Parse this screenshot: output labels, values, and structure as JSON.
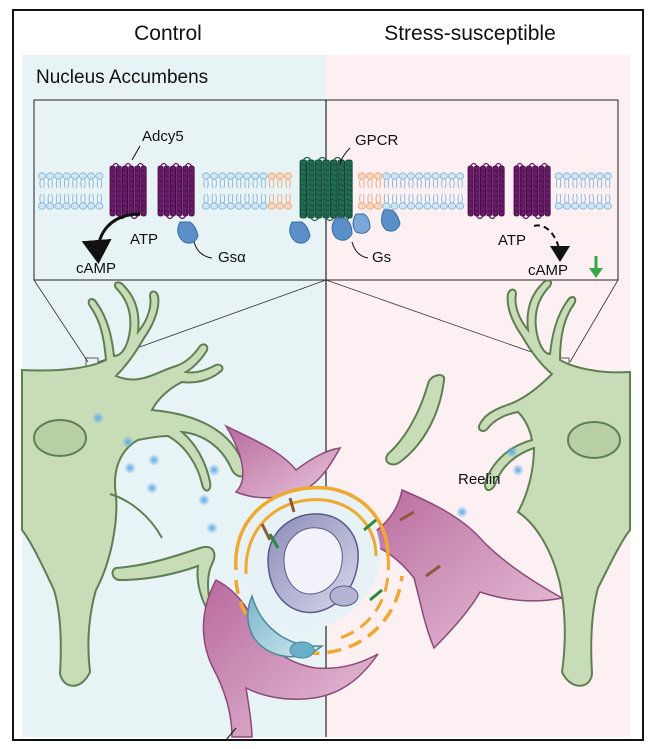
{
  "panels": {
    "left_title": "Control",
    "right_title": "Stress-susceptible",
    "region_label": "Nucleus Accumbens"
  },
  "labels": {
    "adcy5": "Adcy5",
    "gpcr": "GPCR",
    "atp_left": "ATP",
    "camp_left": "cAMP",
    "gsa": "Gsα",
    "gs": "Gs",
    "atp_right": "ATP",
    "camp_right": "cAMP",
    "reelin": "Reelin"
  },
  "colors": {
    "control_bg": "#e8f3f5",
    "stress_bg": "#fdf0f3",
    "adcy5": "#6b1a6b",
    "gpcr": "#1e6b52",
    "gs_protein": "#5a8fc7",
    "neuron": "#c9dcb8",
    "neuron_stroke": "#5f7f52",
    "glia": "#c98fb8",
    "myelin": "#f0a830",
    "down_arrow": "#3aa64a"
  },
  "icons": {
    "down_arrow": "green-down-arrow-icon"
  }
}
